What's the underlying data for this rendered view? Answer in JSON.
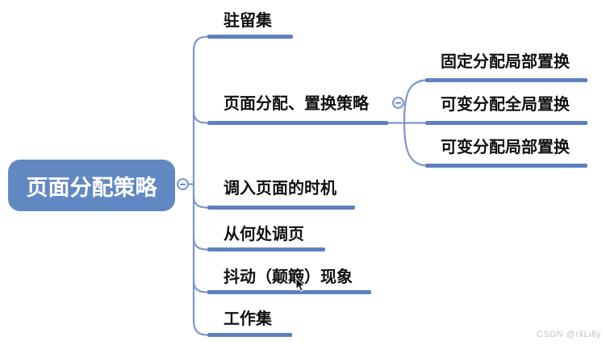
{
  "root": {
    "label": "页面分配策略"
  },
  "branches": [
    {
      "label": "驻留集"
    },
    {
      "label": "页面分配、置换策略",
      "children": [
        {
          "label": "固定分配局部置换"
        },
        {
          "label": "可变分配全局置换"
        },
        {
          "label": "可变分配局部置换"
        }
      ]
    },
    {
      "label": "调入页面的时机"
    },
    {
      "label": "从何处调页"
    },
    {
      "label": "抖动（颠簸）现象"
    },
    {
      "label": "工作集"
    }
  ],
  "icons": {
    "minus_glyph": "−"
  },
  "watermark": "CSDN @rⅡLιⅡy",
  "colors": {
    "root-fill": "#6288C4",
    "bar": "#5E80BE",
    "line": "#7B97CB",
    "text": "#111111",
    "root-text": "#FFFFFF",
    "watermark": "#C6C6C6",
    "background": "#FFFFFF"
  }
}
